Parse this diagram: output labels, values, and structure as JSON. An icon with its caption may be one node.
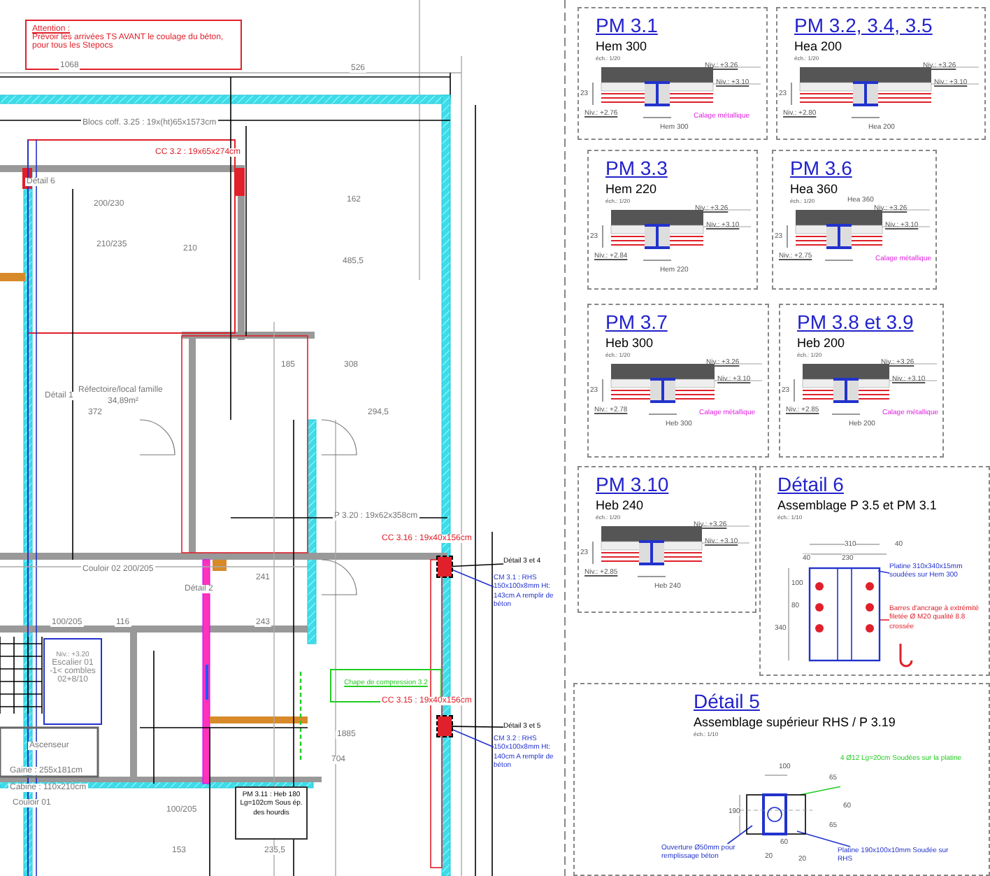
{
  "diagram": {
    "nodes": [
      {
        "text": [
          "Attention :",
          "Prévoir les arrivées TS AVANT le coulage du béton, pour tous les Stepocs"
        ]
      },
      {
        "text": [
          "PM 3.1",
          "Hem 300",
          "éch.: 1/20",
          "Niv.: +3.26",
          "Niv.: +3.10",
          "Niv.: +2.76",
          "23",
          "Hem 300",
          "Calage métallique"
        ]
      },
      {
        "text": [
          "PM 3.2, 3.4, 3.5",
          "Hea 200",
          "éch.: 1/20",
          "Niv.: +3.26",
          "Niv.: +3.10",
          "Niv.: +2.80",
          "23",
          "Hea 200"
        ]
      },
      {
        "text": [
          "PM 3.3",
          "Hem 220",
          "éch.: 1/20",
          "Niv.: +3.26",
          "Niv.: +3.10",
          "Niv.: +2.84",
          "23",
          "Hem 220"
        ]
      },
      {
        "text": [
          "PM 3.6",
          "Hea 360",
          "éch.: 1/20",
          "Niv.: +3.26",
          "Niv.: +3.10",
          "Niv.: +2.75",
          "23",
          "Hea 360",
          "Calage métallique"
        ]
      },
      {
        "text": [
          "PM 3.7",
          "Heb 300",
          "éch.: 1/20",
          "Niv.: +3.26",
          "Niv.: +3.10",
          "Niv.: +2.78",
          "23",
          "Heb 300",
          "Calage métallique"
        ]
      },
      {
        "text": [
          "PM 3.8 et 3.9",
          "Heb 200",
          "éch.: 1/20",
          "Niv.: +3.26",
          "Niv.: +3.10",
          "Niv.: +2.85",
          "23",
          "Heb 200",
          "Calage métallique"
        ]
      },
      {
        "text": [
          "PM 3.10",
          "Heb 240",
          "éch.: 1/20",
          "Niv.: +3.26",
          "Niv.: +3.10",
          "Niv.: +2.85",
          "23",
          "Heb 240"
        ]
      },
      {
        "text": [
          "Détail 6",
          "Assemblage P 3.5 et PM 3.1",
          "éch.: 1/10",
          "310",
          "40",
          "230",
          "40",
          "100",
          "80",
          "340"
        ]
      },
      {
        "text": [
          "Platine 310x340x15mm soudées sur Hem 300"
        ],
        "in": 8
      },
      {
        "text": [
          "Barres d'ancrage à extrémité filetée Ø M20 qualité 8.8 crossée"
        ],
        "in": 8
      },
      {
        "text": [
          "Détail 5",
          "Assemblage supérieur RHS / P 3.19",
          "éch.: 1/10",
          "100",
          "65",
          "60",
          "65",
          "190",
          "60",
          "20",
          "20"
        ]
      },
      {
        "text": [
          "4 Ø12 Lg=20cm Soudées sur la platine"
        ],
        "in": 11
      },
      {
        "text": [
          "Ouverture Ø50mm pour remplissage béton"
        ],
        "in": 11
      },
      {
        "text": [
          "Platine 190x100x10mm Soudée sur RHS"
        ],
        "in": 11
      },
      {
        "text": [
          "Niv.: +3.20",
          "Escalier 01 -1< combles 02+8/10"
        ]
      },
      {
        "text": [
          "PM 3.11 : Heb 180 Lg=102cm Sous ép. des hourdis"
        ]
      },
      {
        "text": [
          "Chape de compression 3.2"
        ]
      },
      {
        "text": [],
        "shape": "box"
      },
      {
        "text": [],
        "shape": "box"
      },
      {
        "text": [
          "CM 3.1 : RHS 150x100x8mm Ht: 143cm A remplir de béton"
        ]
      },
      {
        "text": [
          "CM 3.2 : RHS 150x100x8mm Ht: 140cm A remplir de béton"
        ]
      },
      {
        "text": [
          "Détail 3 et 4"
        ]
      },
      {
        "text": [
          "Détail 3 et 5"
        ]
      }
    ],
    "edges": [
      {
        "from": 9,
        "to": null,
        "arrow": "none"
      },
      {
        "from": 10,
        "to": null,
        "arrow": "none",
        "color": "#e0202a"
      },
      {
        "from": 12,
        "to": null,
        "arrow": "none",
        "color": "#22cc22"
      },
      {
        "from": 13,
        "to": null,
        "arrow": "none"
      },
      {
        "from": 14,
        "to": null,
        "arrow": "none"
      },
      {
        "from": 20,
        "to": 18,
        "arrow": "none"
      },
      {
        "from": 21,
        "to": 19,
        "arrow": "none"
      },
      {
        "from": 22,
        "to": 18,
        "arrow": "none",
        "color": "#000000"
      },
      {
        "from": 23,
        "to": 19,
        "arrow": "none",
        "color": "#000000"
      }
    ],
    "labels": [
      "1068",
      "526",
      "Blocs coff. 3.25 : 19x(ht)65x1573cm",
      "200/230",
      "210/235",
      "210",
      "485,5",
      "162",
      "308",
      "Réfectoire/local famille",
      "34,89m²",
      "372",
      "294,5",
      "185",
      "P 3.20 : 19x62x358cm",
      "Couloir 02 200/205",
      "241",
      "243",
      "116",
      "100/205",
      "1885",
      "704",
      "Ascenseur",
      "Gaine : 255x181cm",
      "Cabine : 110x210cm",
      "Couloir 01",
      "153",
      "235,5",
      "100/205",
      "CC 3.2 : 19x65x274cm",
      "CC 3.16 : 19x40x156cm",
      "CC 3.15 : 19x40x156cm",
      "Détail 6",
      "Détail 1",
      "Détail 2"
    ]
  }
}
